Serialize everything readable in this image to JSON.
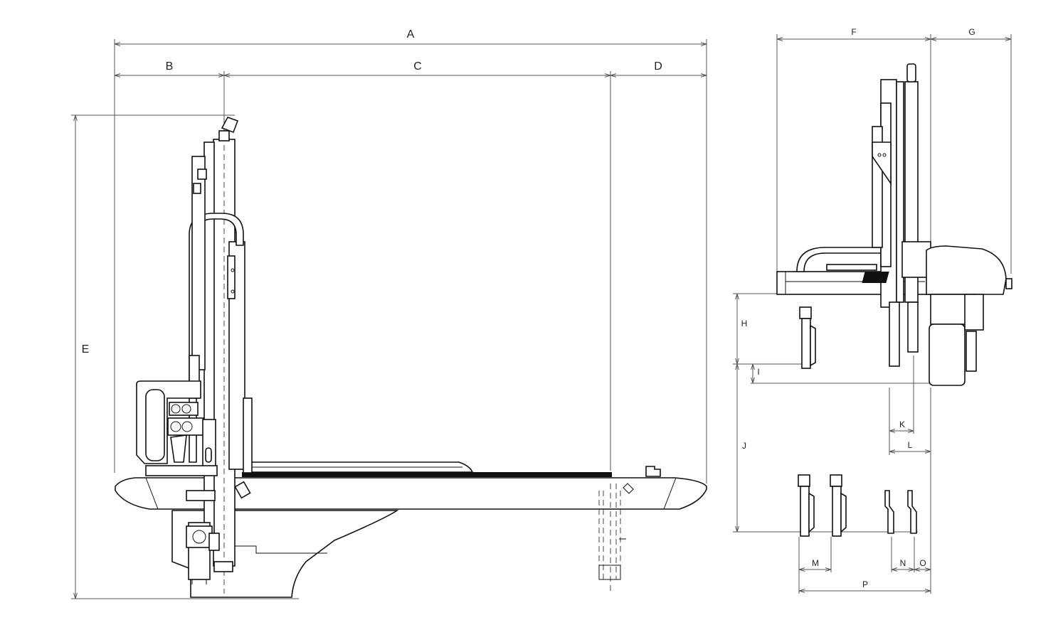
{
  "dimensions": {
    "A": "A",
    "B": "B",
    "C": "C",
    "D": "D",
    "E": "E",
    "F": "F",
    "G": "G",
    "H": "H",
    "I": "I",
    "J": "J",
    "K": "K",
    "L": "L",
    "M": "M",
    "N": "N",
    "O": "O",
    "P": "P"
  },
  "colors": {
    "line": "#111111",
    "dimension": "#555555",
    "background": "#ffffff"
  }
}
